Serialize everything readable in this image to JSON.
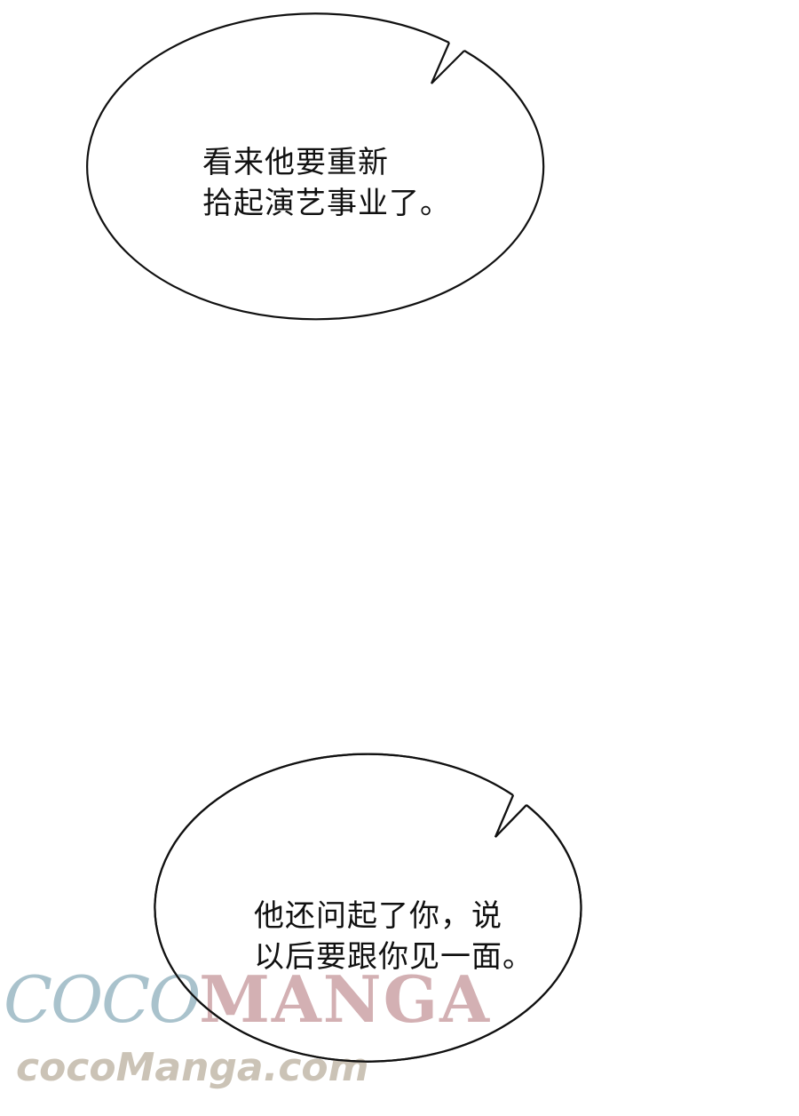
{
  "bubbles": [
    {
      "line1": "看来他要重新",
      "line2": "拾起演艺事业了。"
    },
    {
      "line1": "他还问起了你，说",
      "line2": "以后要跟你见一面。"
    }
  ],
  "watermark": {
    "logo_coco": "COCO",
    "logo_manga": "MANGA",
    "url": "cocoManga.com",
    "colors": {
      "coco": "#a9c2cc",
      "manga": "#d3b0b3",
      "url": "#c9c0b3"
    }
  }
}
